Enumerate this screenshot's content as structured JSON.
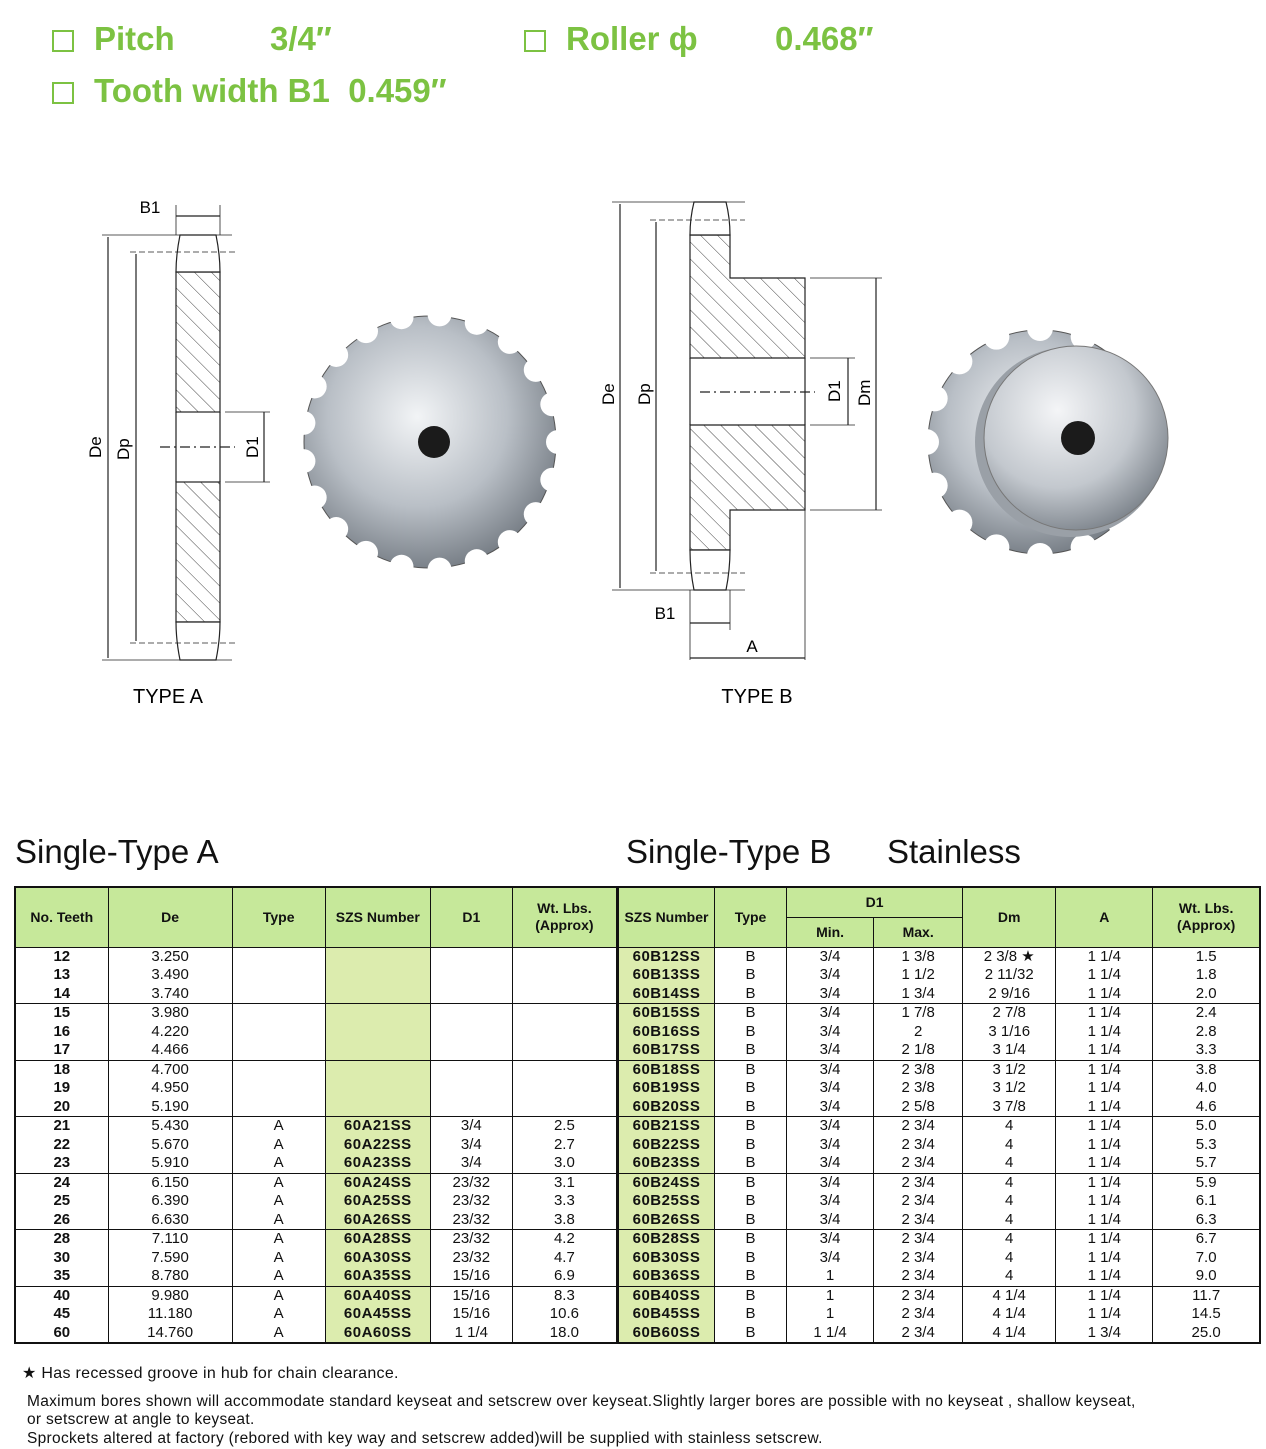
{
  "specs": {
    "pitch_label": "Pitch",
    "pitch_value": "3/4″",
    "roller_label": "Roller ф",
    "roller_value": "0.468″",
    "tooth_label": "Tooth width B1",
    "tooth_value": "0.459″"
  },
  "diagram": {
    "type_a_label": "TYPE A",
    "type_b_label": "TYPE B",
    "dim_labels": {
      "b1": "B1",
      "de": "De",
      "dp": "Dp",
      "d1": "D1",
      "dm": "Dm",
      "a": "A"
    }
  },
  "section_a_title": "Single-Type A",
  "section_b_title": "Single-Type B",
  "stainless_label": "Stainless",
  "table": {
    "headers_a": [
      "No. Teeth",
      "De",
      "Type",
      "SZS Number",
      "D1",
      "Wt. Lbs. (Approx)"
    ],
    "headers_b": [
      "SZS Number",
      "Type",
      "D1",
      "Min.",
      "Max.",
      "Dm",
      "A",
      "Wt. Lbs. (Approx)"
    ],
    "rows": [
      [
        "12",
        "3.250",
        "",
        "",
        "",
        "",
        "60B12SS",
        "B",
        "3/4",
        "1 3/8",
        "2 3/8 ★",
        "1 1/4",
        "1.5"
      ],
      [
        "13",
        "3.490",
        "",
        "",
        "",
        "",
        "60B13SS",
        "B",
        "3/4",
        "1 1/2",
        "2 11/32",
        "1 1/4",
        "1.8"
      ],
      [
        "14",
        "3.740",
        "",
        "",
        "",
        "",
        "60B14SS",
        "B",
        "3/4",
        "1 3/4",
        "2 9/16",
        "1 1/4",
        "2.0"
      ],
      [
        "15",
        "3.980",
        "",
        "",
        "",
        "",
        "60B15SS",
        "B",
        "3/4",
        "1 7/8",
        "2 7/8",
        "1 1/4",
        "2.4"
      ],
      [
        "16",
        "4.220",
        "",
        "",
        "",
        "",
        "60B16SS",
        "B",
        "3/4",
        "2",
        "3 1/16",
        "1 1/4",
        "2.8"
      ],
      [
        "17",
        "4.466",
        "",
        "",
        "",
        "",
        "60B17SS",
        "B",
        "3/4",
        "2 1/8",
        "3 1/4",
        "1 1/4",
        "3.3"
      ],
      [
        "18",
        "4.700",
        "",
        "",
        "",
        "",
        "60B18SS",
        "B",
        "3/4",
        "2 3/8",
        "3 1/2",
        "1 1/4",
        "3.8"
      ],
      [
        "19",
        "4.950",
        "",
        "",
        "",
        "",
        "60B19SS",
        "B",
        "3/4",
        "2 3/8",
        "3 1/2",
        "1 1/4",
        "4.0"
      ],
      [
        "20",
        "5.190",
        "",
        "",
        "",
        "",
        "60B20SS",
        "B",
        "3/4",
        "2 5/8",
        "3 7/8",
        "1 1/4",
        "4.6"
      ],
      [
        "21",
        "5.430",
        "A",
        "60A21SS",
        "3/4",
        "2.5",
        "60B21SS",
        "B",
        "3/4",
        "2 3/4",
        "4",
        "1 1/4",
        "5.0"
      ],
      [
        "22",
        "5.670",
        "A",
        "60A22SS",
        "3/4",
        "2.7",
        "60B22SS",
        "B",
        "3/4",
        "2 3/4",
        "4",
        "1 1/4",
        "5.3"
      ],
      [
        "23",
        "5.910",
        "A",
        "60A23SS",
        "3/4",
        "3.0",
        "60B23SS",
        "B",
        "3/4",
        "2 3/4",
        "4",
        "1 1/4",
        "5.7"
      ],
      [
        "24",
        "6.150",
        "A",
        "60A24SS",
        "23/32",
        "3.1",
        "60B24SS",
        "B",
        "3/4",
        "2 3/4",
        "4",
        "1 1/4",
        "5.9"
      ],
      [
        "25",
        "6.390",
        "A",
        "60A25SS",
        "23/32",
        "3.3",
        "60B25SS",
        "B",
        "3/4",
        "2 3/4",
        "4",
        "1 1/4",
        "6.1"
      ],
      [
        "26",
        "6.630",
        "A",
        "60A26SS",
        "23/32",
        "3.8",
        "60B26SS",
        "B",
        "3/4",
        "2 3/4",
        "4",
        "1 1/4",
        "6.3"
      ],
      [
        "28",
        "7.110",
        "A",
        "60A28SS",
        "23/32",
        "4.2",
        "60B28SS",
        "B",
        "3/4",
        "2 3/4",
        "4",
        "1 1/4",
        "6.7"
      ],
      [
        "30",
        "7.590",
        "A",
        "60A30SS",
        "23/32",
        "4.7",
        "60B30SS",
        "B",
        "3/4",
        "2 3/4",
        "4",
        "1 1/4",
        "7.0"
      ],
      [
        "35",
        "8.780",
        "A",
        "60A35SS",
        "15/16",
        "6.9",
        "60B36SS",
        "B",
        "1",
        "2 3/4",
        "4",
        "1 1/4",
        "9.0"
      ],
      [
        "40",
        "9.980",
        "A",
        "60A40SS",
        "15/16",
        "8.3",
        "60B40SS",
        "B",
        "1",
        "2 3/4",
        "4 1/4",
        "1 1/4",
        "11.7"
      ],
      [
        "45",
        "11.180",
        "A",
        "60A45SS",
        "15/16",
        "10.6",
        "60B45SS",
        "B",
        "1",
        "2 3/4",
        "4 1/4",
        "1 1/4",
        "14.5"
      ],
      [
        "60",
        "14.760",
        "A",
        "60A60SS",
        "1 1/4",
        "18.0",
        "60B60SS",
        "B",
        "1 1/4",
        "2 3/4",
        "4 1/4",
        "1 3/4",
        "25.0"
      ]
    ]
  },
  "notes": {
    "star": "★ Has recessed groove in hub for chain clearance.",
    "line1": "Maximum bores shown will accommodate standard keyseat and setscrew over keyseat.Slightly larger bores are possible with no keyseat , shallow keyseat,",
    "line2": "or setscrew at angle to keyseat.",
    "line3": "Sprockets altered at factory (rebored with key way  and setscrew added)will be supplied with stainless setscrew."
  },
  "colors": {
    "accent_green": "#7cc242",
    "header_fill": "#c6e89a",
    "szs_fill": "#dcecae"
  }
}
